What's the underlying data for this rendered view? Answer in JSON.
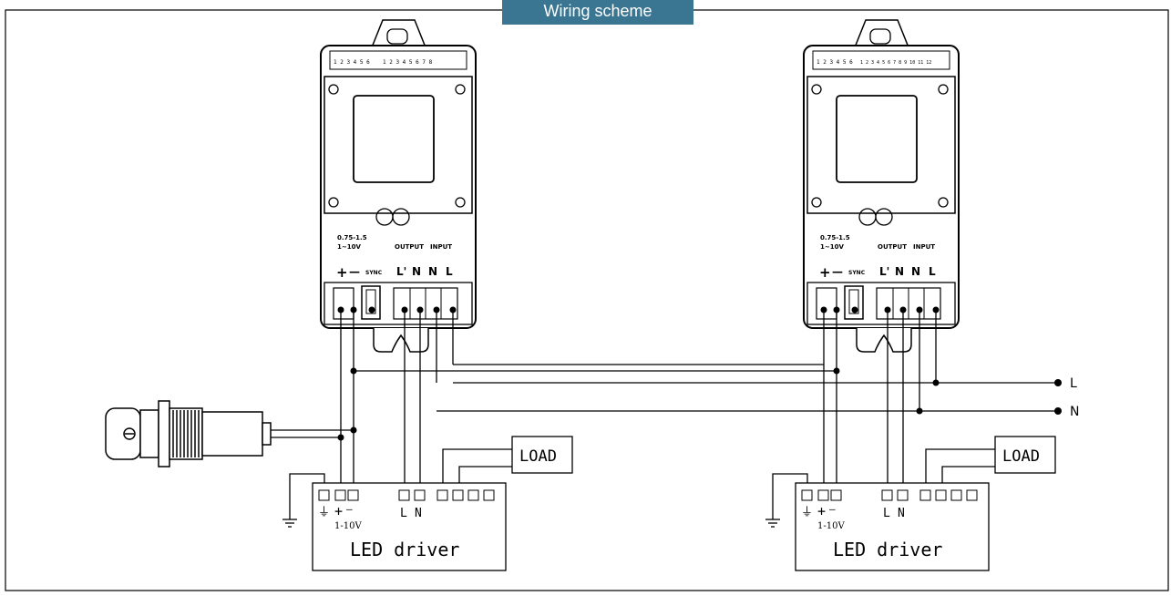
{
  "title": "Wiring scheme",
  "sensor_labels": {
    "spec": "0.75-1.5",
    "dim": "1~10V",
    "output": "OUTPUT",
    "input": "INPUT",
    "plus": "+",
    "minus": "—",
    "sync": "SYNC",
    "lp": "L'",
    "n": "N",
    "l": "L",
    "dip_a": "1 2 3 4 5 6",
    "dip_b": "1 2 3 4 5 6 7 8",
    "dip_c": "1 2 3 4 5 6 7 8 9 10 11 12"
  },
  "driver_labels": {
    "title": "LED driver",
    "dim": "1-10V",
    "l": "L",
    "n": "N",
    "ground": "⏚",
    "plus": "+",
    "minus": "—"
  },
  "load_label": "LOAD",
  "mains": {
    "l": "L",
    "n": "N"
  }
}
